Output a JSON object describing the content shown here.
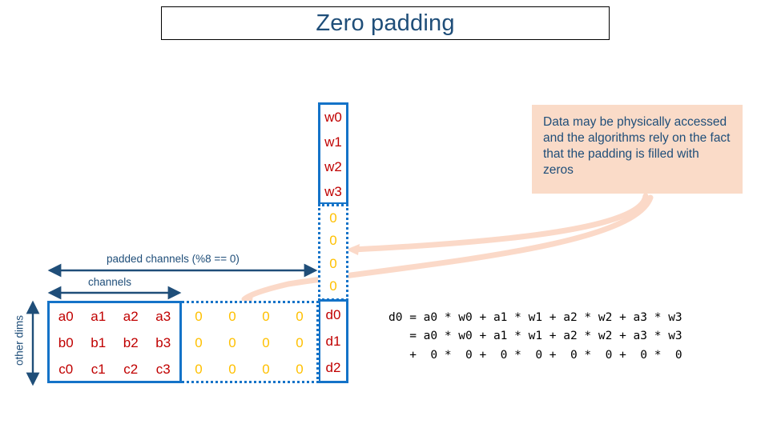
{
  "title": {
    "text": "Zero padding"
  },
  "callout": {
    "text": "Data may be physically accessed and the algorithms rely on the fact that the padding is filled with zeros",
    "bg_color": "#FADBC8",
    "text_color": "#1F4E79"
  },
  "colors": {
    "title_text": "#1F4E79",
    "box_border_blue": "#1473C8",
    "data_red": "#C00000",
    "zero_gold": "#FFC000",
    "arrow_navy": "#1F4E79",
    "curve_salmon": "#FBD9C8"
  },
  "weight_column": {
    "weights": [
      "w0",
      "w1",
      "w2",
      "w3"
    ],
    "padding_zeros": [
      "0",
      "0",
      "0",
      "0"
    ],
    "outputs": [
      "d0",
      "d1",
      "d2"
    ]
  },
  "measurements": {
    "padded_channels_label": "padded channels (%8 == 0)",
    "channels_label": "channels",
    "other_dims_label": "other dims"
  },
  "data_grid": {
    "rows": [
      [
        "a0",
        "a1",
        "a2",
        "a3"
      ],
      [
        "b0",
        "b1",
        "b2",
        "b3"
      ],
      [
        "c0",
        "c1",
        "c2",
        "c3"
      ]
    ],
    "padding_rows": [
      [
        "0",
        "0",
        "0",
        "0"
      ],
      [
        "0",
        "0",
        "0",
        "0"
      ],
      [
        "0",
        "0",
        "0",
        "0"
      ]
    ]
  },
  "equations": {
    "lines": [
      "d0 = a0 * w0 + a1 * w1 + a2 * w2 + a3 * w3",
      "   = a0 * w0 + a1 * w1 + a2 * w2 + a3 * w3",
      "   +  0 *  0 +  0 *  0 +  0 *  0 +  0 *  0"
    ],
    "text": "d0 = a0 * w0 + a1 * w1 + a2 * w2 + a3 * w3\n   = a0 * w0 + a1 * w1 + a2 * w2 + a3 * w3\n   +  0 *  0 +  0 *  0 +  0 *  0 +  0 *  0"
  }
}
